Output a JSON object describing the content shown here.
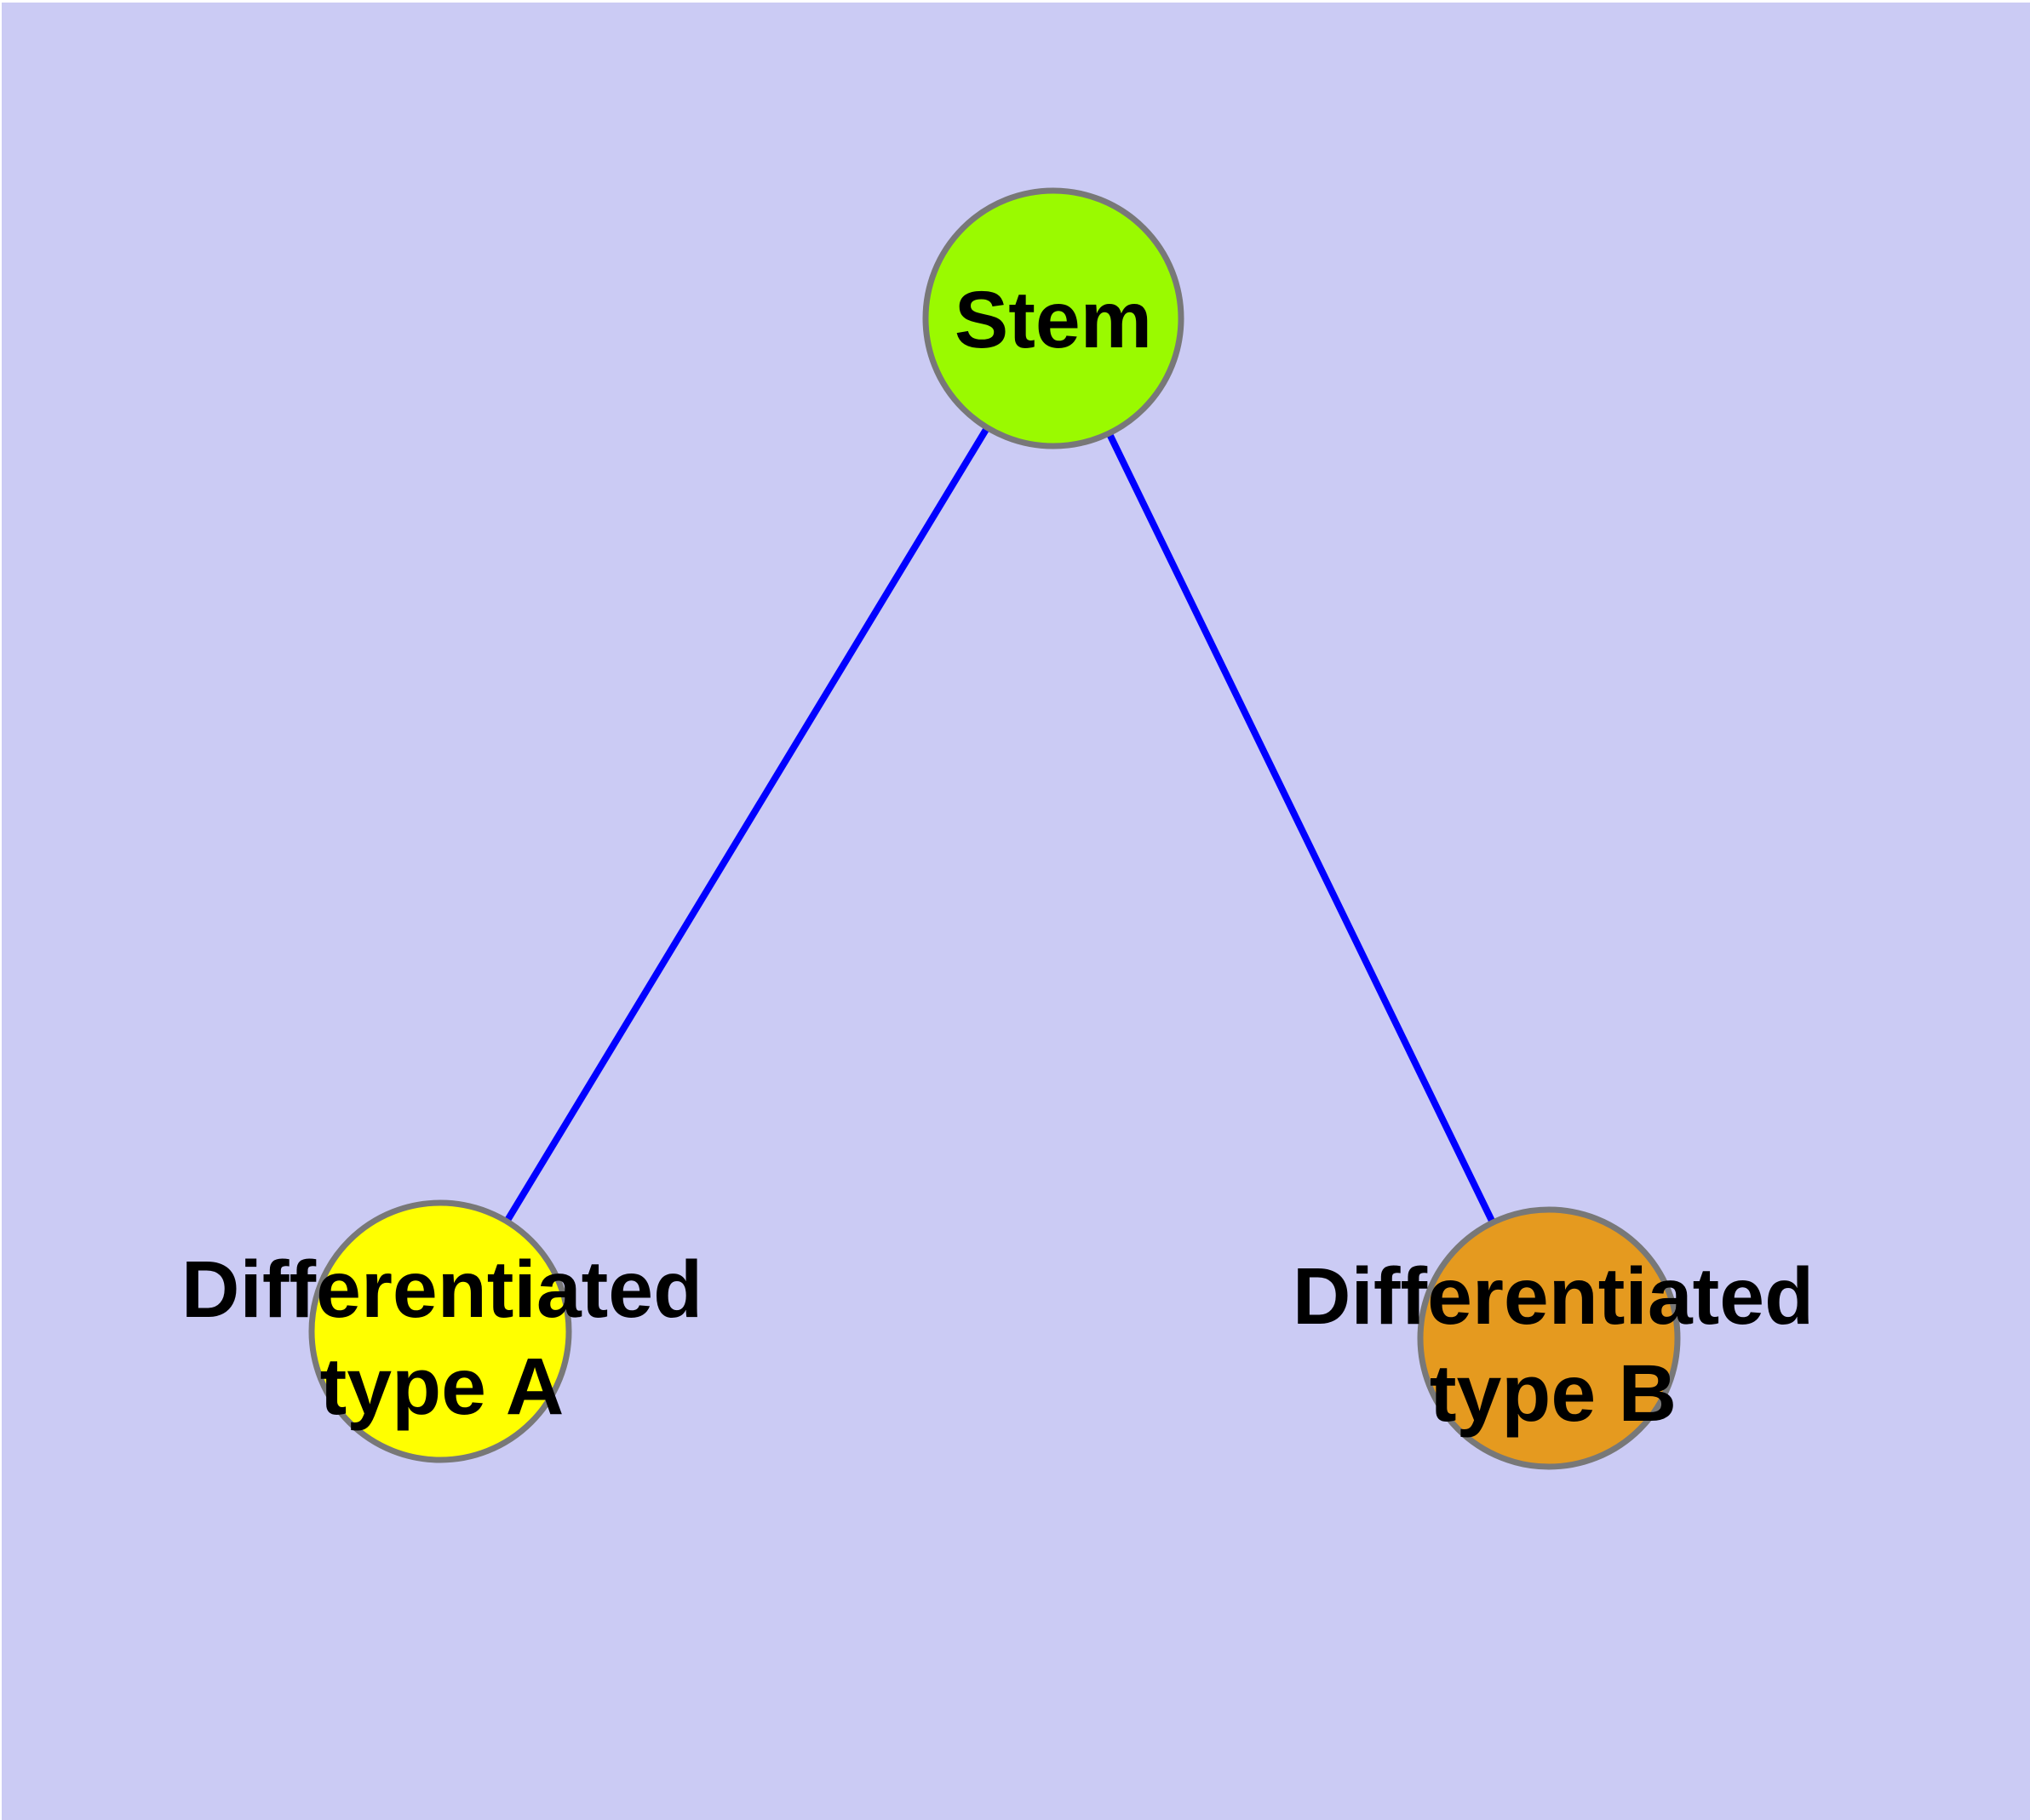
{
  "background_color": "#CBCBF4",
  "node_border_color": "#787878",
  "edge_color": "#0000FF",
  "nodes": {
    "stem": {
      "label": "Stem",
      "fill": "#9AFA00"
    },
    "type_a": {
      "label_line1": "Differentiated",
      "label_line2": "type A",
      "fill": "#FFFF00"
    },
    "type_b": {
      "label_line1": "Differentiated",
      "label_line2": "type B",
      "fill": "#E59A1F"
    }
  },
  "edges": [
    {
      "from": "Stem",
      "to": "Differentiated type A"
    },
    {
      "from": "Stem",
      "to": "Differentiated type B"
    }
  ]
}
